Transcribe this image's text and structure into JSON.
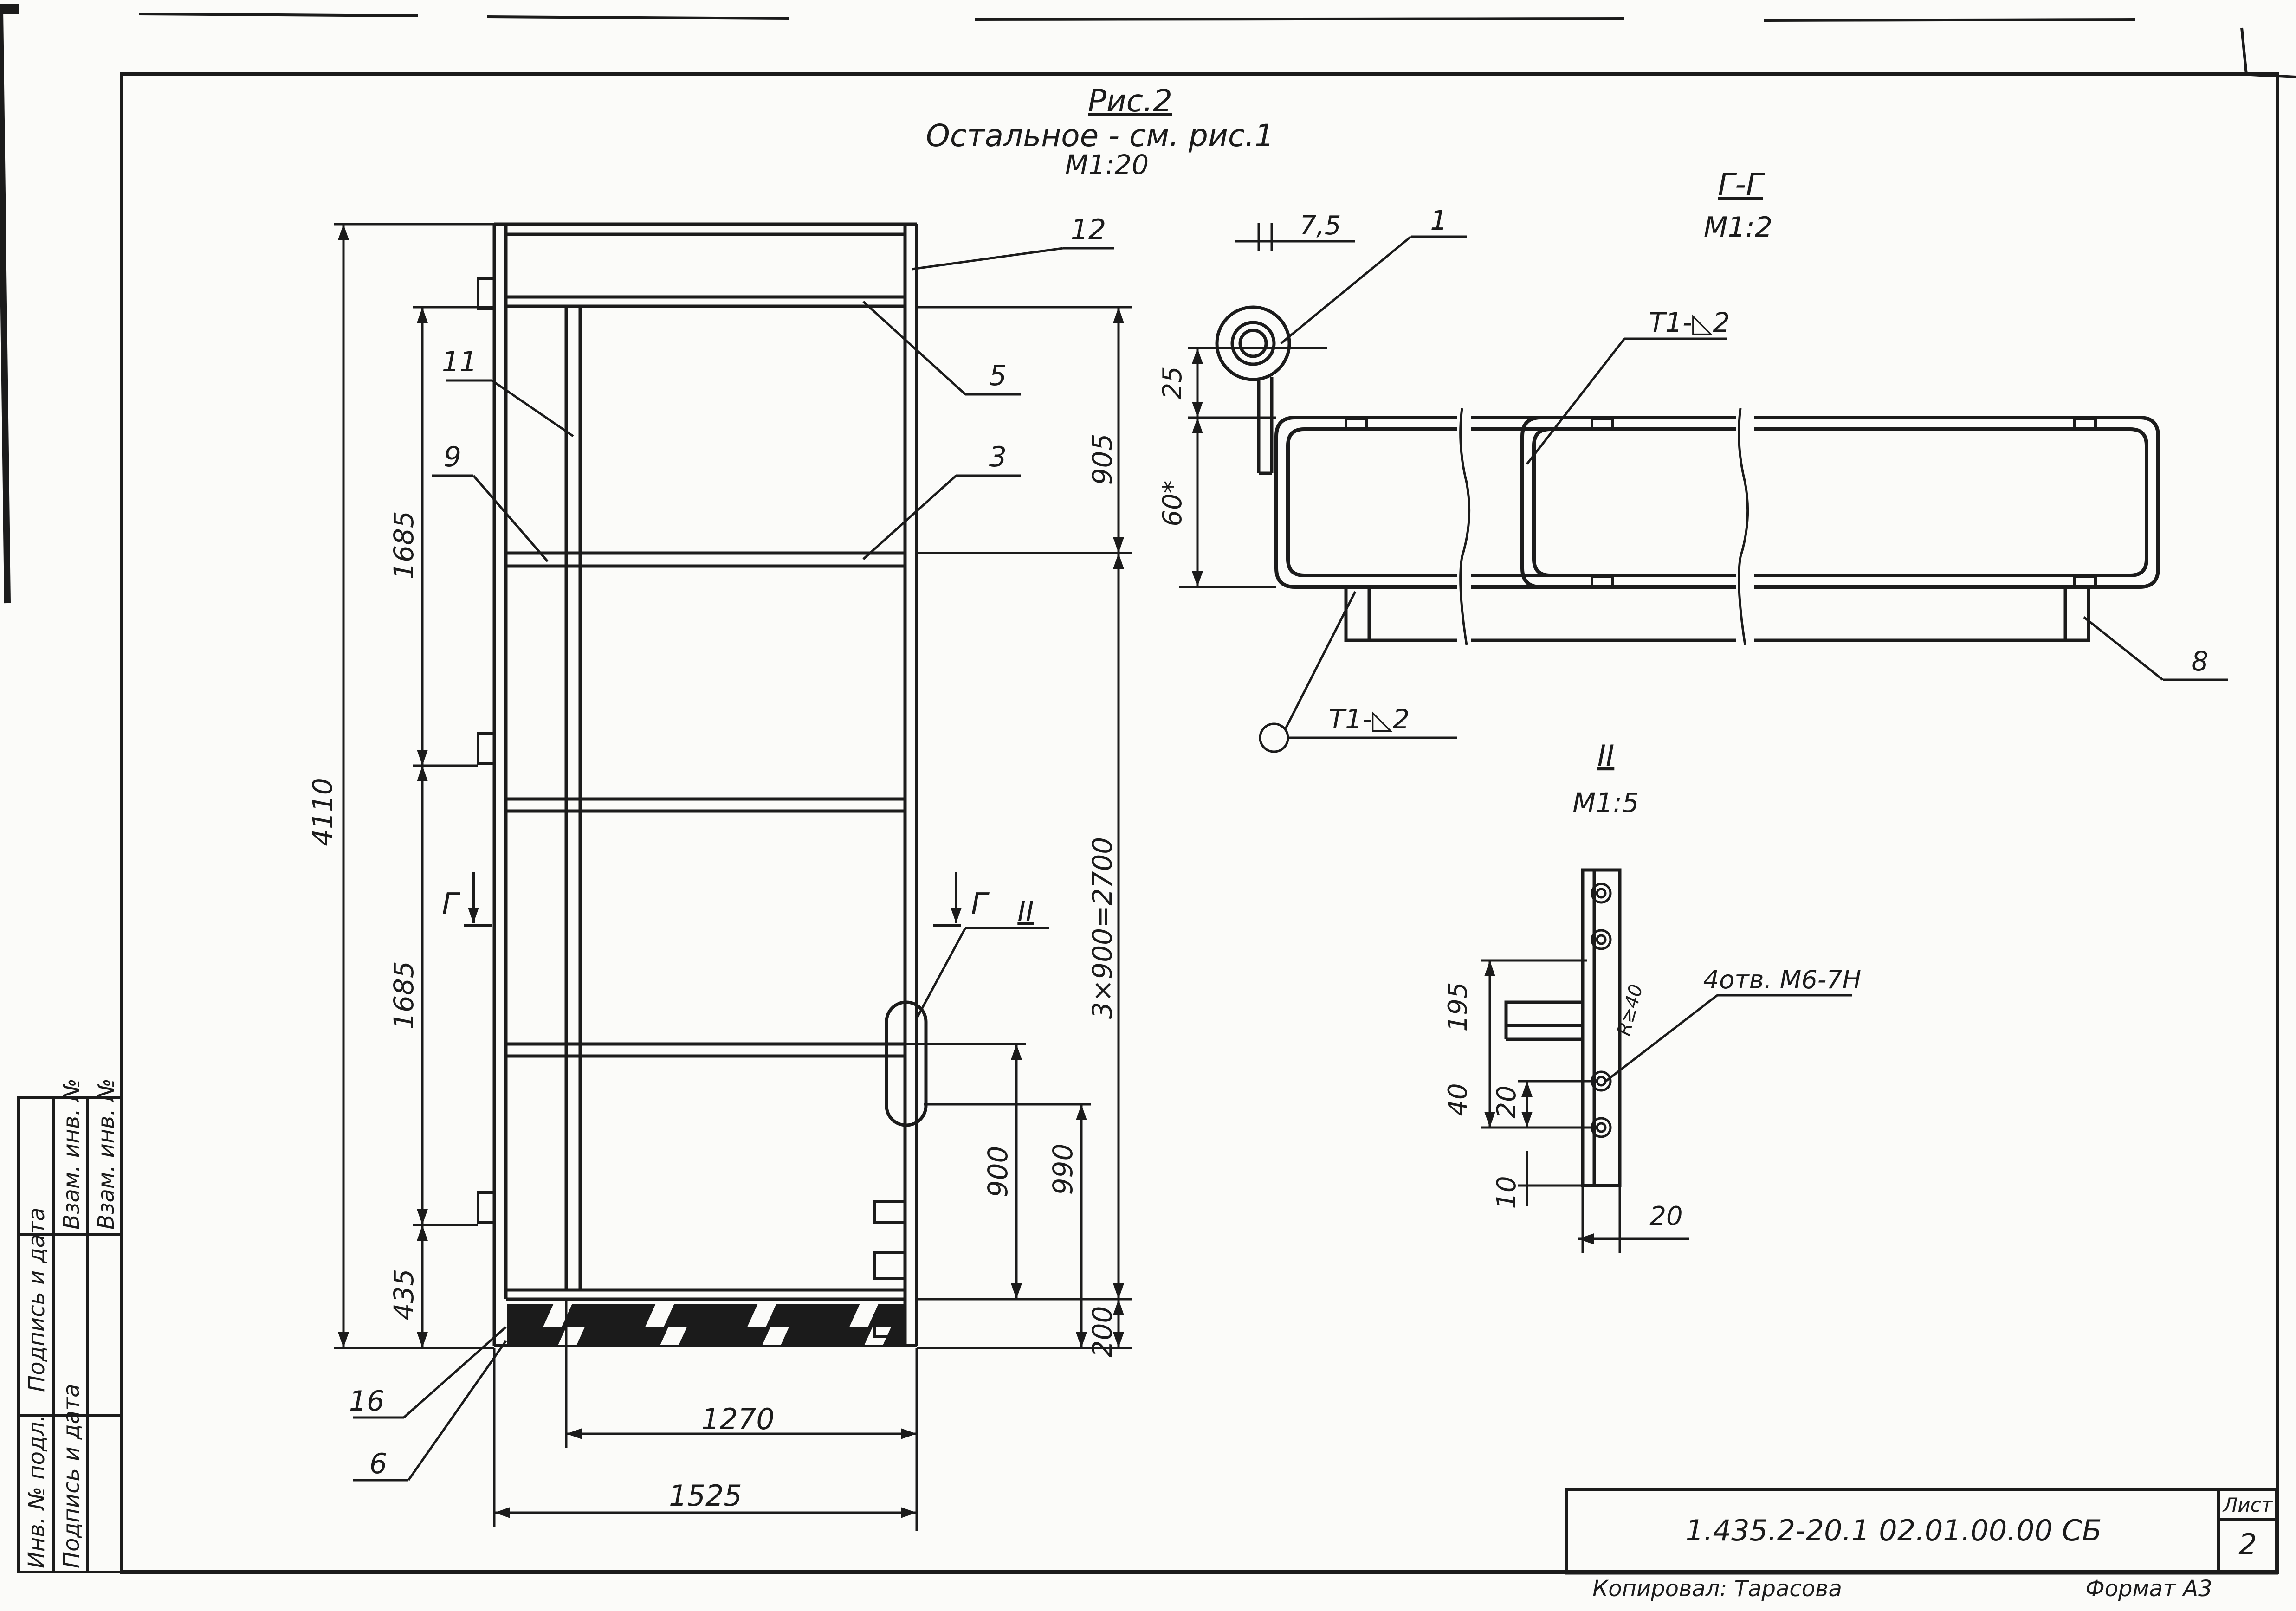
{
  "figure": {
    "caption": "Рис.2",
    "note": "Остальное - см. рис.1",
    "scale": "М1:20"
  },
  "main_view": {
    "dims": {
      "height_total": "4110",
      "upper_span": "1685",
      "lower_span": "1685",
      "bottom_span": "435",
      "top_offset": "905",
      "pitch": "3×900=2700",
      "handle_a": "900",
      "handle_b": "990",
      "base": "200",
      "inner_width": "1270",
      "outer_width": "1525"
    },
    "callouts": [
      "12",
      "5",
      "11",
      "9",
      "3",
      "16",
      "6"
    ],
    "section_mark": "Г",
    "detail_mark": "II"
  },
  "section_view": {
    "title": "Г-Г",
    "scale": "М1:2",
    "dims": [
      "7,5",
      "25",
      "60*"
    ],
    "callouts": [
      "1",
      "8"
    ],
    "weld_top": "Т1-◺2",
    "weld_bottom": "Т1-◺2"
  },
  "detail_view": {
    "title": "II",
    "scale": "М1:5",
    "dims": [
      "195",
      "40",
      "20",
      "10",
      "20"
    ],
    "radius": "R≥40",
    "holes_note": "4отв. М6-7Н"
  },
  "title_block": {
    "designation": "1.435.2-20.1 02.01.00.00 СБ",
    "sheet_label": "Лист",
    "sheet_number": "2"
  },
  "left_stamp": [
    "Инв. № подл.",
    "Подпись и дата",
    "Взам. инв. №",
    "Подпись и дата",
    "Взам. инв. №"
  ],
  "footer": {
    "copied": "Копировал: Тарасова",
    "format": "Формат А3"
  }
}
